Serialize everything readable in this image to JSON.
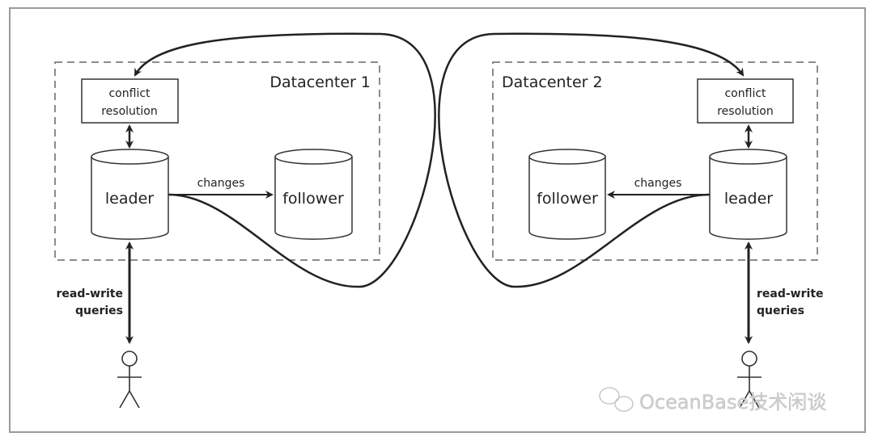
{
  "datacenter1": {
    "title": "Datacenter 1",
    "conflict_line1": "conflict",
    "conflict_line2": "resolution",
    "leader": "leader",
    "follower": "follower",
    "changes": "changes",
    "queries_line1": "read-write",
    "queries_line2": "queries"
  },
  "datacenter2": {
    "title": "Datacenter 2",
    "conflict_line1": "conflict",
    "conflict_line2": "resolution",
    "leader": "leader",
    "follower": "follower",
    "changes": "changes",
    "queries_line1": "read-write",
    "queries_line2": "queries"
  },
  "watermark": "OceanBase技术闲谈",
  "colors": {
    "line": "#222222",
    "frame": "#9a9a9a",
    "watermark": "#cfcfcf"
  }
}
